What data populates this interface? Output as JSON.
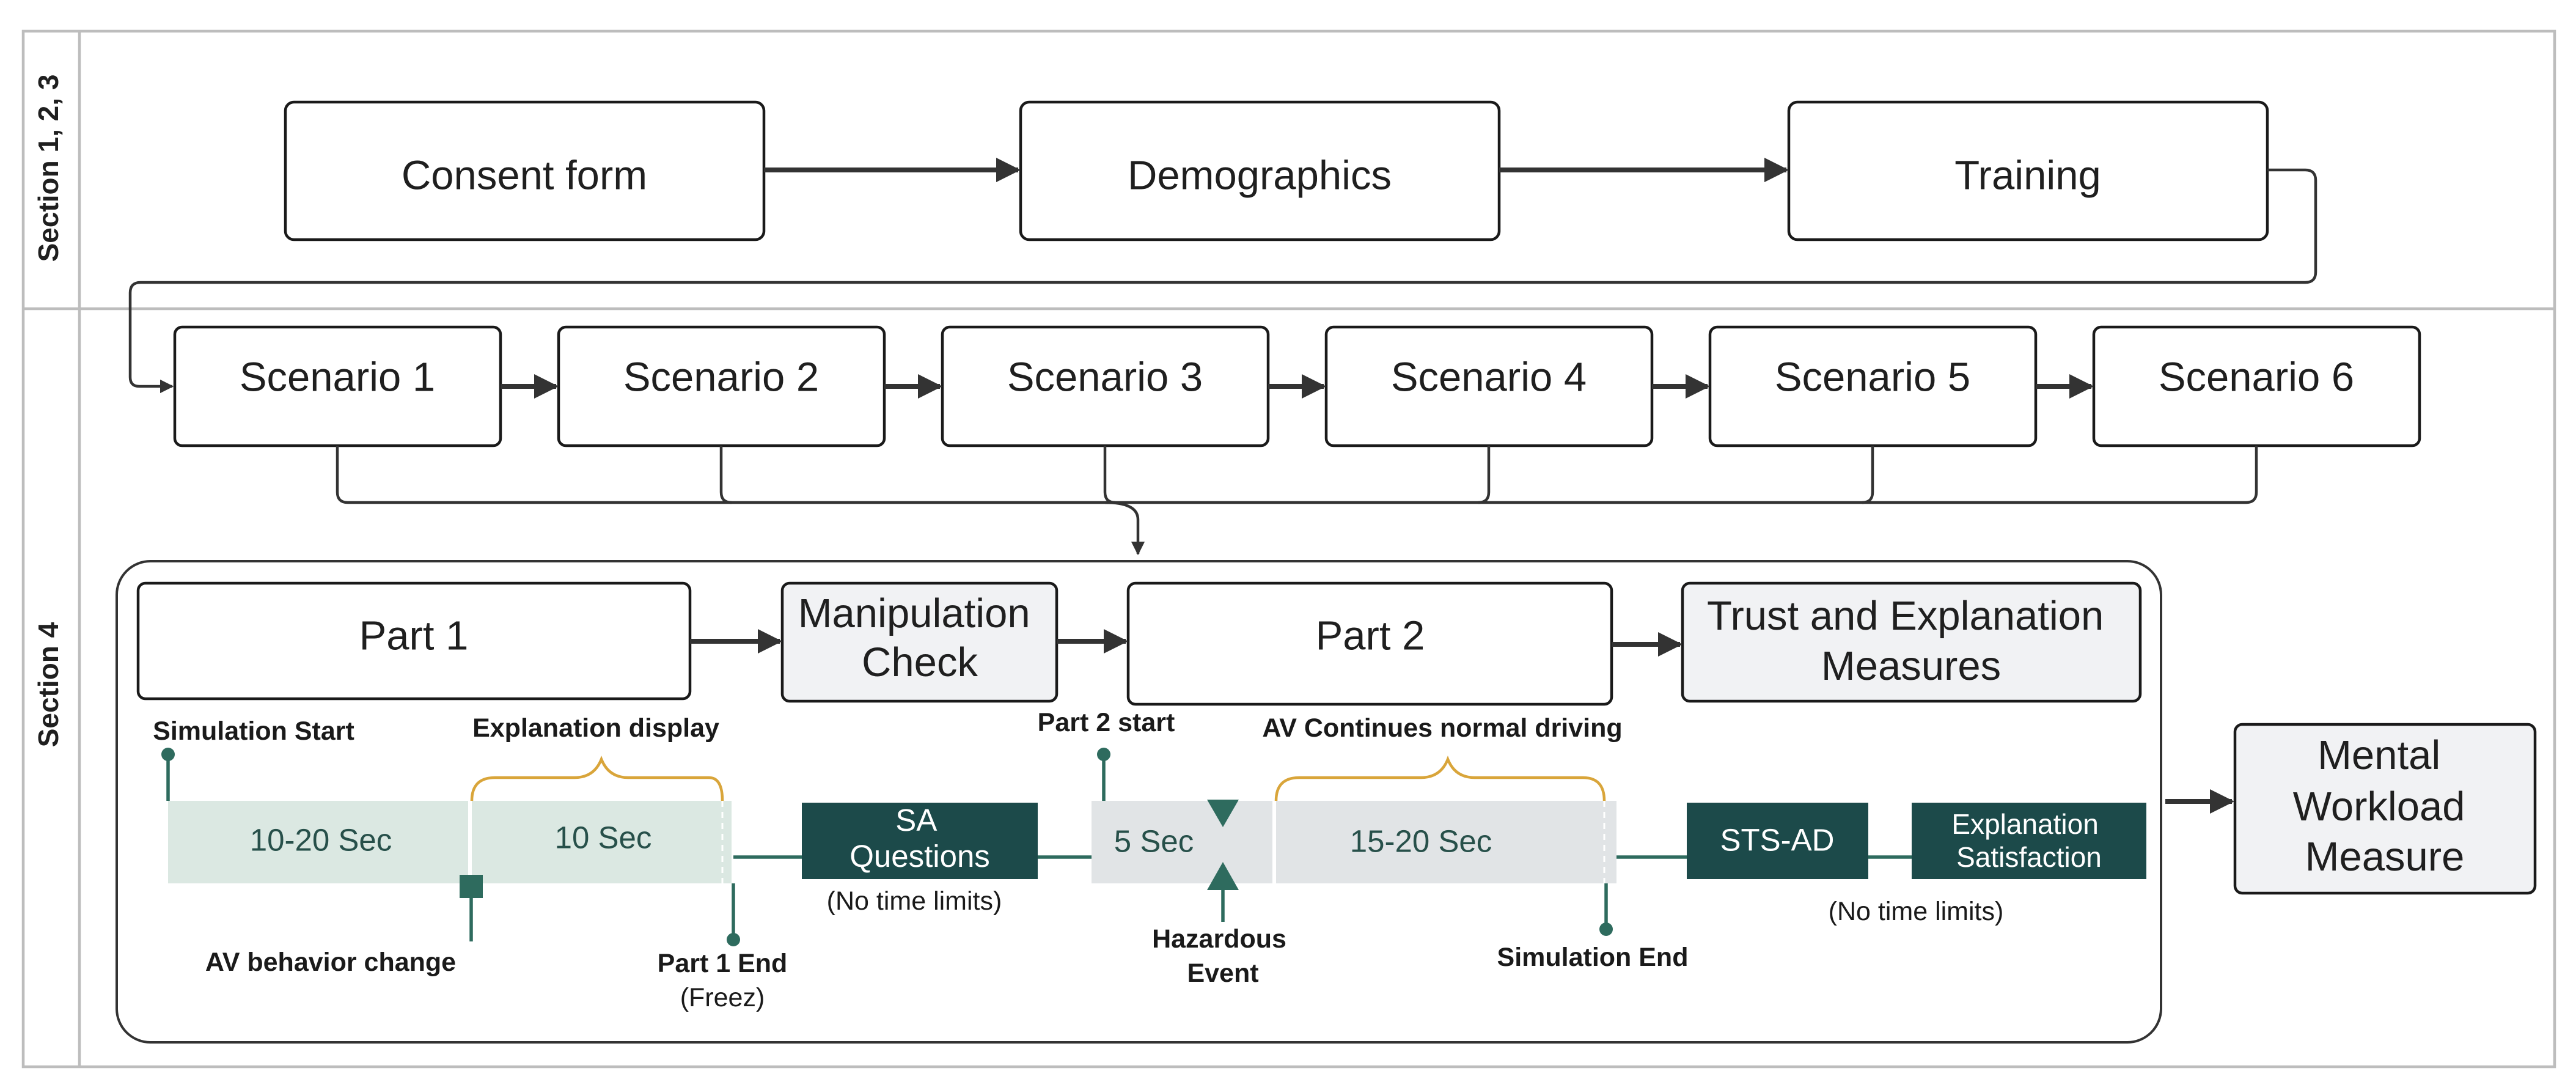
{
  "sections": {
    "top_label": "Section 1, 2, 3",
    "bottom_label": "Section 4"
  },
  "top_flow": [
    "Consent form",
    "Demographics",
    "Training"
  ],
  "scenarios": [
    "Scenario 1",
    "Scenario 2",
    "Scenario 3",
    "Scenario 4",
    "Scenario 5",
    "Scenario 6"
  ],
  "parts": {
    "part1": "Part 1",
    "manipulation": [
      "Manipulation",
      "Check"
    ],
    "part2": "Part 2",
    "trust": [
      "Trust and Explanation",
      "Measures"
    ],
    "mental": [
      "Mental",
      "Workload",
      "Measure"
    ]
  },
  "timeline1": {
    "seg1": "10-20 Sec",
    "seg2": "10 Sec",
    "sim_start": "Simulation Start",
    "explanation_display": "Explanation display",
    "av_change": "AV behavior change",
    "part1_end": "Part 1 End",
    "freez": "(Freez)",
    "sa": [
      "SA",
      "Questions"
    ],
    "no_time_1": "(No time limits)"
  },
  "timeline2": {
    "seg1": "5 Sec",
    "seg2": "15-20 Sec",
    "part2_start": "Part 2 start",
    "continues": "AV Continues normal driving",
    "hazard": [
      "Hazardous",
      "Event"
    ],
    "sim_end": "Simulation End",
    "sts": "STS-AD",
    "expl_sat": [
      "Explanation",
      "Satisfaction"
    ],
    "no_time_2": "(No time limits)"
  },
  "colors": {
    "dark_teal": "#1c4a4a",
    "marker_teal": "#2e6b5e",
    "segment_green": "#dbe8e2",
    "segment_grey": "#e1e4e6",
    "brace_gold": "#d9a53a",
    "grey_box": "#f1f2f4"
  }
}
